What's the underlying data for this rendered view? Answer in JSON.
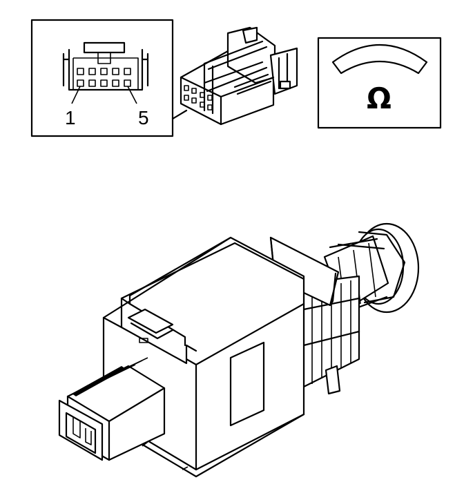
{
  "connector_inset": {
    "pin_label_first": "1",
    "pin_label_last": "5"
  },
  "meter_inset": {
    "unit_symbol": "Ω"
  },
  "icons": [
    "connector-face-icon",
    "ohmmeter-icon",
    "brake-light-switch-icon"
  ],
  "colors": {
    "ink": "#000000",
    "paper": "#ffffff"
  }
}
